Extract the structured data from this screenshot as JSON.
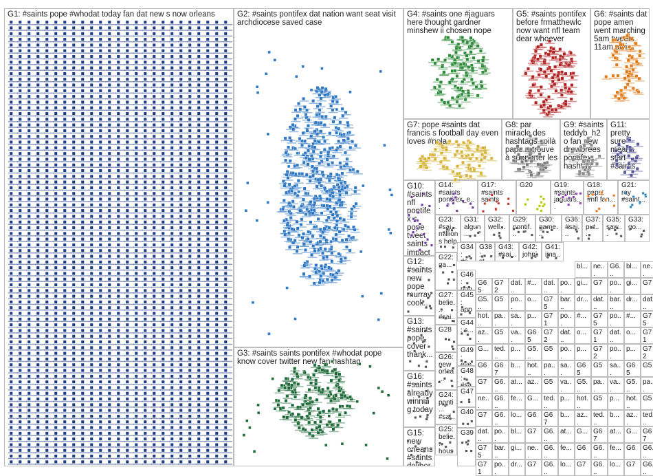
{
  "groups": [
    {
      "id": "G1",
      "label": "G1: #saints pope #whodat today fan dat new s now orleans",
      "color": "#1f3c88"
    },
    {
      "id": "G2",
      "label": "G2: #saints pontifex dat nation want seat visit archdiocese saved case",
      "color": "#2f78c4"
    },
    {
      "id": "G3",
      "label": "G3: #saints saints pontifex #whodat pope know cover twitter new fan hashtag",
      "color": "#1f6b3a"
    },
    {
      "id": "G4",
      "label": "G4: #saints one #jaguars here thought gardner minshew ii chosen nope",
      "color": "#2e8b3a"
    },
    {
      "id": "G5",
      "label": "G5: #saints pontifex before frmatthewlc now want nfl team dear whoever",
      "color": "#b22222"
    },
    {
      "id": "G6",
      "label": "G6: #saints dat pope amen went marching 5am tweets 11am alvin",
      "color": "#e07b1a"
    },
    {
      "id": "G7",
      "label": "G7: pope #saints dat francis s football day even loves #nola",
      "color": "#d6b43a"
    },
    {
      "id": "G8",
      "label": "G8: par miracle des hashtags voilà pape retrouve à supporter les",
      "color": "#7a7a7a"
    },
    {
      "id": "G9",
      "label": "G9: #saints teddyb_h2o fan new drewbrees pontifex hashtag",
      "color": "#8a8a8a"
    },
    {
      "id": "G11",
      "label": "G11: pretty sure means start #saints",
      "color": "#5a5a9a"
    },
    {
      "id": "G10",
      "label": "G10: #saints nfl pontifex s pope tweet saints impact",
      "color": "#6a3d9a"
    },
    {
      "id": "G14",
      "label": "G14: #saints pontifex_e...",
      "color": "#6a3d9a"
    },
    {
      "id": "G17",
      "label": "G17: #saints saints",
      "color": "#c0392b"
    },
    {
      "id": "G20",
      "label": "G20",
      "color": "#b5c900"
    },
    {
      "id": "G19",
      "label": "G19: #saints jaguars...",
      "color": "#8e44ad"
    },
    {
      "id": "G18",
      "label": "G18: papst #nfl fan...",
      "color": "#e67e22"
    },
    {
      "id": "G21",
      "label": "G21: ray #saint...",
      "color": "#2980b9"
    },
    {
      "id": "G12",
      "label": "G12: #saints new pope murray cook...",
      "color": "#555"
    },
    {
      "id": "G23",
      "label": "G23: #sai... million s help",
      "color": "#555"
    },
    {
      "id": "G31",
      "label": "G31: algun...",
      "color": "#555"
    },
    {
      "id": "G32",
      "label": "G32: well...",
      "color": "#555"
    },
    {
      "id": "G29",
      "label": "G29: pontif...",
      "color": "#555"
    },
    {
      "id": "G30",
      "label": "G30: game...",
      "color": "#555"
    },
    {
      "id": "G36",
      "label": "G36: #sai...",
      "color": "#555"
    },
    {
      "id": "G37",
      "label": "G37: put...",
      "color": "#555"
    },
    {
      "id": "G35",
      "label": "G35: saw...",
      "color": "#555"
    },
    {
      "id": "G33",
      "label": "G33: go...",
      "color": "#555"
    },
    {
      "id": "G13",
      "label": "G13: #saints pope cover thank...",
      "color": "#555"
    },
    {
      "id": "G22",
      "label": "G22: ga...",
      "color": "#555"
    },
    {
      "id": "G34",
      "label": "G34: #s...",
      "color": "#555"
    },
    {
      "id": "G38",
      "label": "G38: st...",
      "color": "#555"
    },
    {
      "id": "G43",
      "label": "G43: #sai...",
      "color": "#555"
    },
    {
      "id": "G42",
      "label": "G42: johnj...",
      "color": "#555"
    },
    {
      "id": "G41",
      "label": "G41: ima...",
      "color": "#555"
    },
    {
      "id": "G16",
      "label": "G16: #saints already winning today",
      "color": "#555"
    },
    {
      "id": "G27",
      "label": "G27: belie... #sai...",
      "color": "#555"
    },
    {
      "id": "G28",
      "label": "G28",
      "color": "#555"
    },
    {
      "id": "G46",
      "label": "G46: pop...",
      "color": "#555"
    },
    {
      "id": "G45",
      "label": "G45: app...",
      "color": "#555"
    },
    {
      "id": "G44",
      "label": "G44: s...",
      "color": "#555"
    },
    {
      "id": "G49",
      "label": "G49: eve...",
      "color": "#555"
    },
    {
      "id": "G26",
      "label": "G26: new orlea...",
      "color": "#555"
    },
    {
      "id": "G48",
      "label": "G48: #sa...",
      "color": "#555"
    },
    {
      "id": "G24",
      "label": "G24: ponti... #sai...",
      "color": "#555"
    },
    {
      "id": "G47",
      "label": "G47",
      "color": "#555"
    },
    {
      "id": "G15",
      "label": "G15: new orleans #saints deliber...",
      "color": "#555"
    },
    {
      "id": "G40",
      "label": "G40",
      "color": "#555"
    },
    {
      "id": "G25",
      "label": "G25: belie... hous...",
      "color": "#555"
    },
    {
      "id": "G39",
      "label": "G39",
      "color": "#555"
    }
  ],
  "small_labels": [
    "G65",
    "G5...",
    "hot...",
    "az...",
    "G...",
    "G6",
    "G7",
    "ne...",
    "G7",
    "dat...",
    "G75",
    "G71",
    "G72",
    "G5",
    "pa...",
    "G5",
    "ted...",
    "G67",
    "G6...",
    "G6...",
    "G6...",
    "po...",
    "bar...",
    "po...",
    "dat...",
    "po...",
    "sa...",
    "va...",
    "p...",
    "b...",
    "at...",
    "fe...",
    "lo...",
    "bl...",
    "gi...",
    "dr...",
    "#...",
    "o...",
    "p..."
  ]
}
